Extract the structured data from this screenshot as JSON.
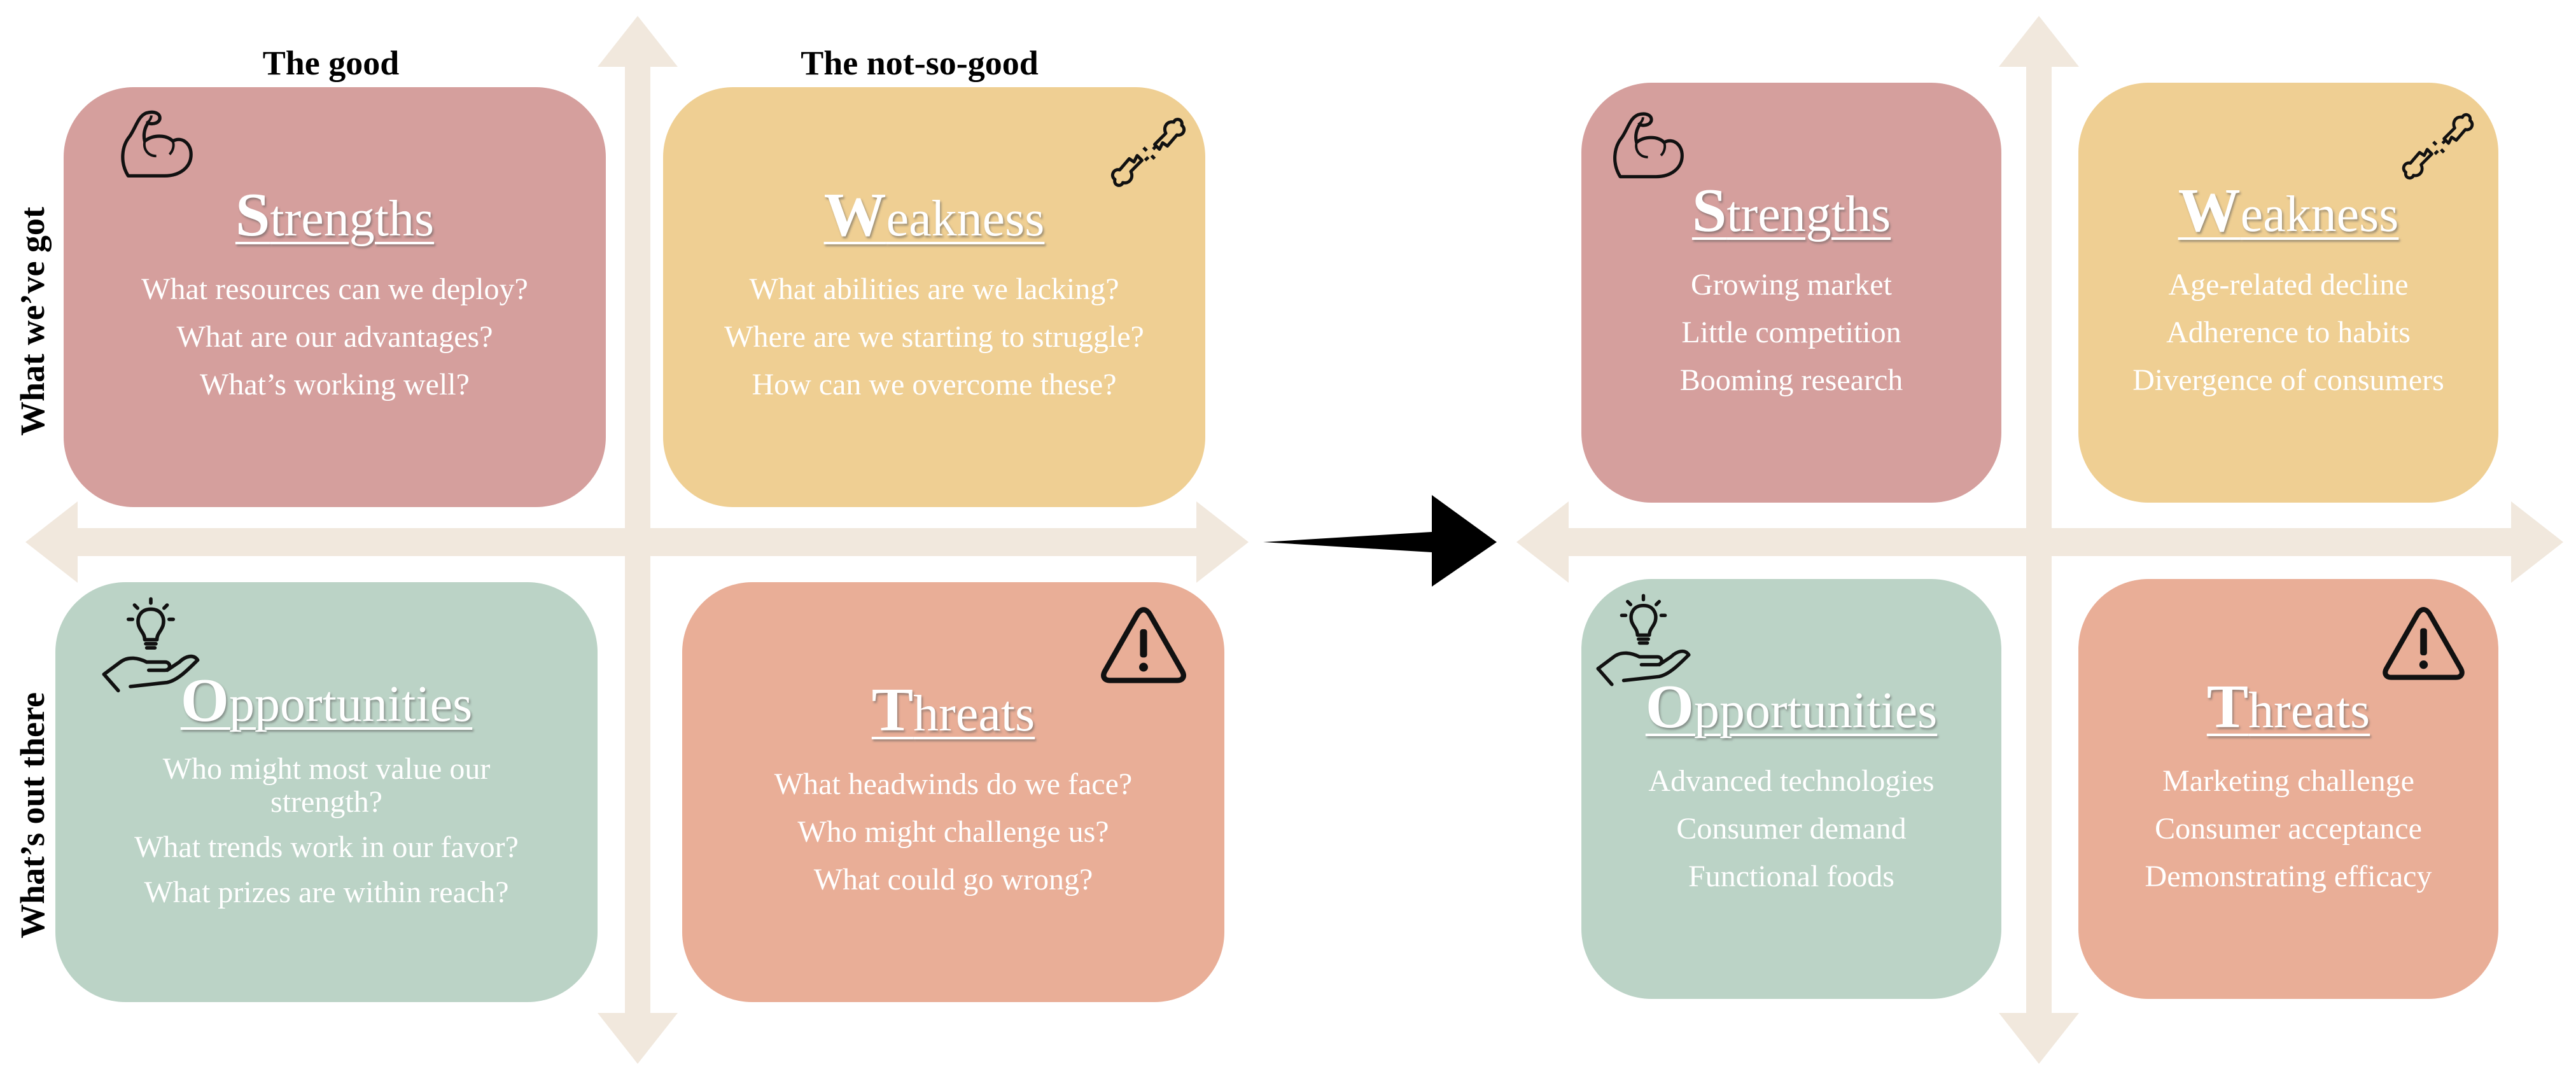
{
  "headers": {
    "good": "The good",
    "not_so_good": "The not-so-good",
    "what_weve_got": "What we’ve got",
    "whats_out_there": "What’s out there"
  },
  "left_matrix": {
    "strengths": {
      "initial": "S",
      "rest": "trengths",
      "items": [
        "What resources can we deploy?",
        "What are our advantages?",
        "What’s working well?"
      ]
    },
    "weakness": {
      "initial": "W",
      "rest": "eakness",
      "items": [
        "What abilities are we lacking?",
        "Where are we starting to struggle?",
        "How can we overcome these?"
      ]
    },
    "opportunities": {
      "initial": "O",
      "rest": "pportunities",
      "items": [
        "Who might most value our strength?",
        "What trends work in our favor?",
        "What prizes are within reach?"
      ]
    },
    "threats": {
      "initial": "T",
      "rest": "hreats",
      "items": [
        "What headwinds do we face?",
        "Who might challenge us?",
        "What could go wrong?"
      ]
    }
  },
  "right_matrix": {
    "strengths": {
      "initial": "S",
      "rest": "trengths",
      "items": [
        "Growing market",
        "Little competition",
        "Booming research"
      ]
    },
    "weakness": {
      "initial": "W",
      "rest": "eakness",
      "items": [
        "Age-related decline",
        "Adherence to habits",
        "Divergence of consumers"
      ]
    },
    "opportunities": {
      "initial": "O",
      "rest": "pportunities",
      "items": [
        "Advanced technologies",
        "Consumer demand",
        "Functional foods"
      ]
    },
    "threats": {
      "initial": "T",
      "rest": "hreats",
      "items": [
        "Marketing challenge",
        "Consumer acceptance",
        "Demonstrating efficacy"
      ]
    }
  },
  "icons": {
    "strengths": "flexed-bicep-icon",
    "weakness": "broken-bone-icon",
    "opportunities": "lightbulb-hand-icon",
    "threats": "warning-triangle-icon"
  },
  "colors": {
    "strengths": "#d59f9d",
    "weakness": "#efcf93",
    "opportunities": "#bbd3c6",
    "threats": "#e9ae97",
    "axis": "#f1e8dd",
    "arrow": "#000000"
  }
}
